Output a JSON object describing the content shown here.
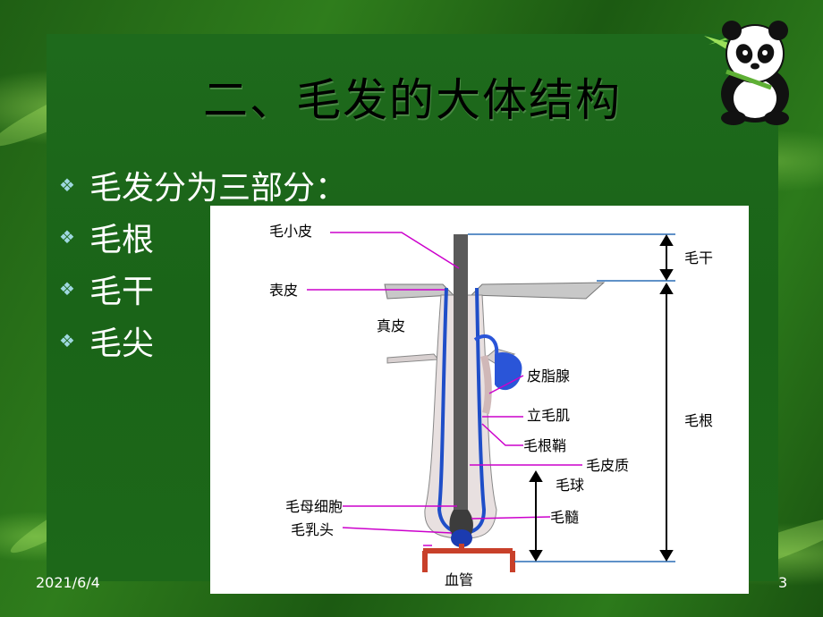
{
  "slide": {
    "title": "二、毛发的大体结构",
    "date": "2021/6/4",
    "page_number": "3"
  },
  "bullets": [
    {
      "text": "毛发分为三部分："
    },
    {
      "text": "毛根"
    },
    {
      "text": "毛干"
    },
    {
      "text": "毛尖"
    }
  ],
  "bullet_icon": "diamond-bullet-icon",
  "diagram": {
    "labels": {
      "cuticle": "毛小皮",
      "epidermis": "表皮",
      "dermis": "真皮",
      "sebaceous_gland": "皮脂腺",
      "arrector_pili": "立毛肌",
      "root_sheath": "毛根鞘",
      "cortex": "毛皮质",
      "hair_bulb": "毛球",
      "matrix_cells": "毛母细胞",
      "medulla": "毛髓",
      "papilla": "毛乳头",
      "blood_vessel": "血管",
      "hair_shaft": "毛干",
      "hair_root": "毛根"
    }
  },
  "colors": {
    "background": "#1f6a1a",
    "title": "#000000",
    "bullet_text": "#ffffff",
    "leader_line": "#cc00cc",
    "measure_line": "#2a6db5",
    "blood_vessel": "#c8402a"
  }
}
